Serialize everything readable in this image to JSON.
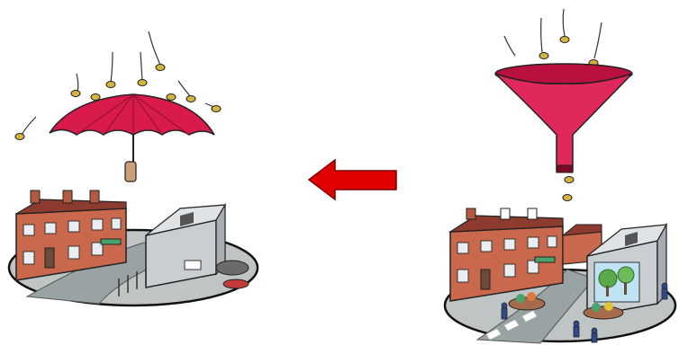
{
  "illustration": {
    "left_panel": {
      "subject": "umbrella-over-neglected-street",
      "coin_icon": "coin-icon",
      "umbrella_icon": "umbrella-icon"
    },
    "right_panel": {
      "subject": "funnel-over-improved-street",
      "coin_icon": "coin-icon",
      "funnel_icon": "funnel-icon"
    },
    "arrow": {
      "direction": "left",
      "icon": "arrow-left-icon"
    },
    "colors": {
      "umbrella_red": "#d81b4a",
      "funnel_red": "#e0285a",
      "arrow_red": "#e00000",
      "brick": "#c9684c",
      "grey_building": "#c9ced3",
      "ground": "#bfc5c5",
      "coin": "#d4b341"
    }
  }
}
